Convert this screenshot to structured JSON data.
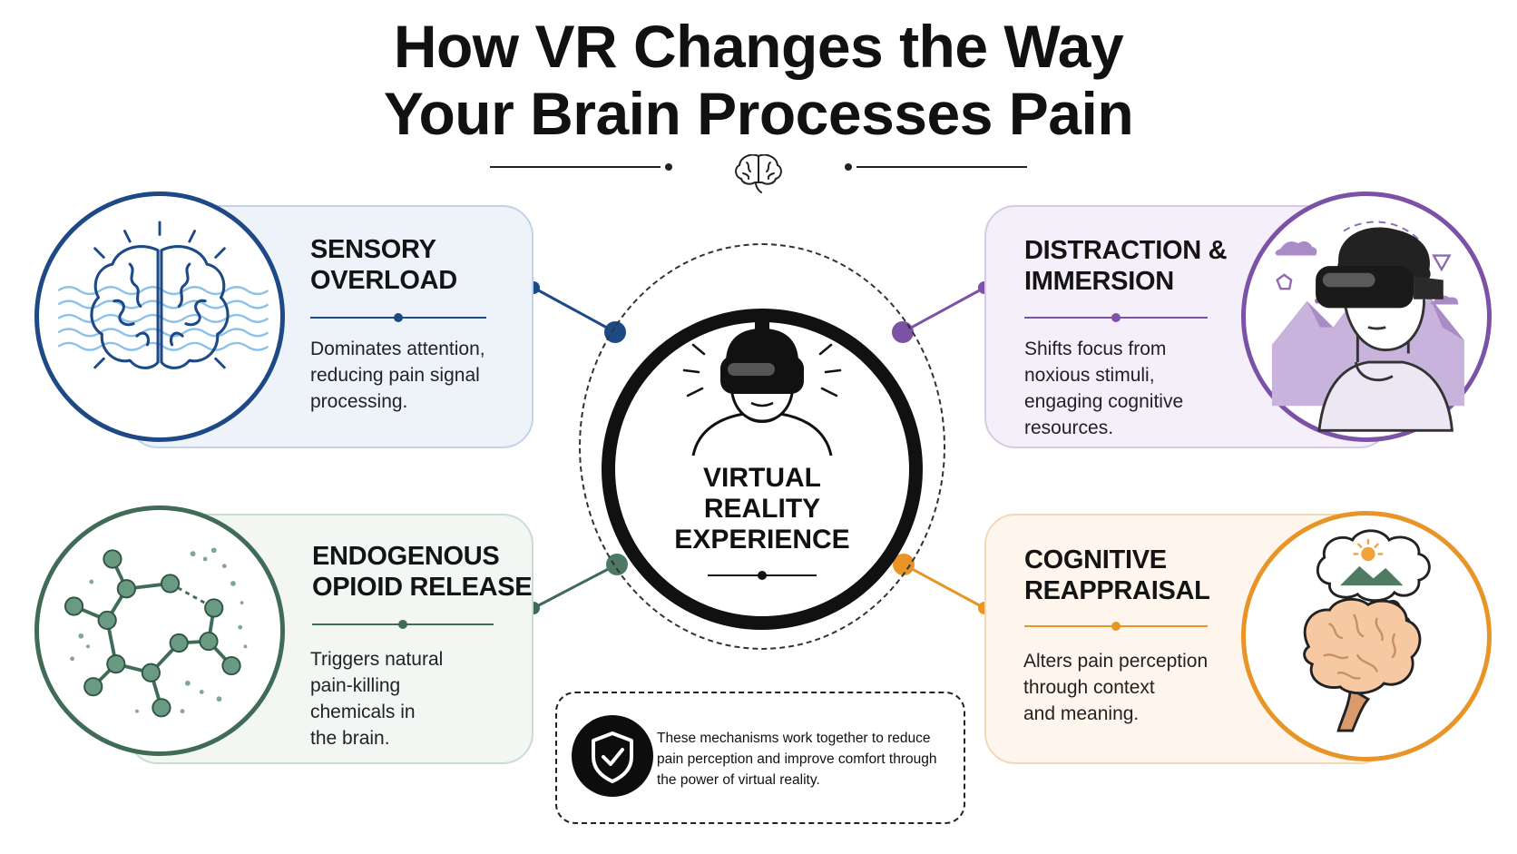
{
  "title": {
    "line1": "How VR Changes the Way",
    "line2": "Your Brain Processes Pain"
  },
  "center": {
    "label_line1": "VIRTUAL",
    "label_line2": "REALITY",
    "label_line3": "EXPERIENCE",
    "icon": "vr-headset-person-icon"
  },
  "mechanisms": {
    "sensory": {
      "heading_line1": "SENSORY",
      "heading_line2": "OVERLOAD",
      "desc_line1": "Dominates attention,",
      "desc_line2": "reducing pain signal",
      "desc_line3": "processing.",
      "icon": "brain-waves-icon",
      "color": "#1d4a86"
    },
    "distraction": {
      "heading_line1": "DISTRACTION &",
      "heading_line2": "IMMERSION",
      "desc_line1": "Shifts focus from",
      "desc_line2": "noxious stimuli,",
      "desc_line3": "engaging cognitive",
      "desc_line4": "resources.",
      "icon": "person-vr-headset-icon",
      "color": "#7c52a6"
    },
    "opioid": {
      "heading_line1": "ENDOGENOUS",
      "heading_line2": "OPIOID RELEASE",
      "desc_line1": "Triggers natural",
      "desc_line2": "pain-killing",
      "desc_line3": "chemicals in",
      "desc_line4": "the brain.",
      "icon": "molecule-icon",
      "color": "#3f6b57"
    },
    "cognitive": {
      "heading_line1": "COGNITIVE",
      "heading_line2": "REAPPRAISAL",
      "desc_line1": "Alters pain perception",
      "desc_line2": "through context",
      "desc_line3": "and meaning.",
      "icon": "brain-thought-bubble-icon",
      "color": "#e89426"
    }
  },
  "note": {
    "line1": "These mechanisms work together to reduce",
    "line2": "pain perception and improve comfort through",
    "line3": "the power of virtual reality.",
    "icon": "shield-check-icon"
  }
}
